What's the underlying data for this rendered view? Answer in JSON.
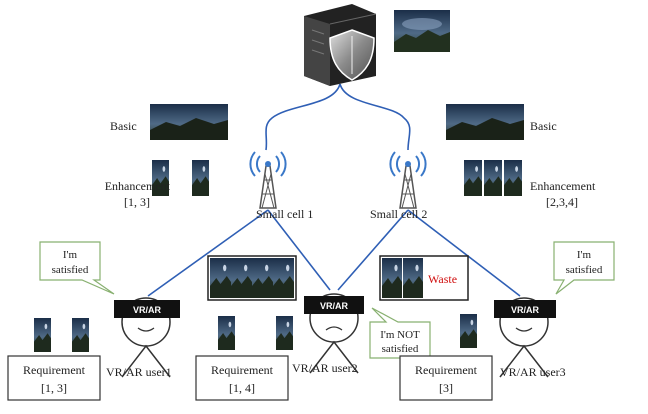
{
  "labels": {
    "basic_left": "Basic",
    "basic_right": "Basic",
    "enh_left_title": "Enhancement",
    "enh_left_tiles": "[1, 3]",
    "enh_right_title": "Enhancement",
    "enh_right_tiles": "[2,3,4]",
    "cell1": "Small cell 1",
    "cell2": "Small cell 2",
    "waste": "Waste",
    "hmd": "VR/AR"
  },
  "users": [
    {
      "name": "VR/AR user1",
      "req_title": "Requirement",
      "req_tiles": "[1, 3]"
    },
    {
      "name": "VR/AR user2",
      "req_title": "Requirement",
      "req_tiles": "[1, 4]"
    },
    {
      "name": "VR/AR user3",
      "req_title": "Requirement",
      "req_tiles": "[3]"
    }
  ],
  "bubbles": {
    "user1": [
      "I'm",
      "satisfied"
    ],
    "user2": [
      "I'm NOT",
      "satisfied"
    ],
    "user3": [
      "I'm",
      "satisfied"
    ]
  },
  "colors": {
    "link": "#2f5fb5",
    "bubble_border": "#88b070",
    "waste": "#d01010"
  },
  "icons": [
    "server-icon",
    "shield-icon",
    "antenna-tower-icon",
    "vr-headset-icon",
    "panorama-tile-icon"
  ]
}
